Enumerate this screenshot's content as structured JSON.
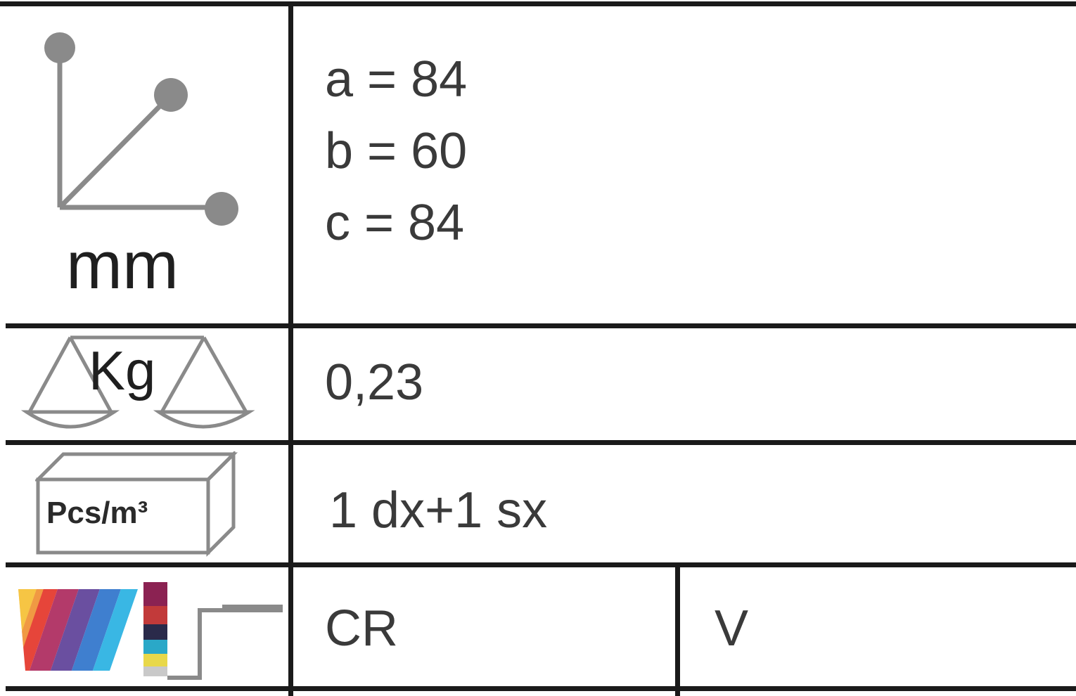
{
  "dimensions": {
    "unit_label": "mm",
    "lines": [
      "a = 84",
      "b = 60",
      "c = 84"
    ]
  },
  "weight": {
    "icon_label": "Kg",
    "value": "0,23"
  },
  "package": {
    "icon_label": "Pcs/m³",
    "value": "1 dx+1 sx"
  },
  "finish": {
    "value_1": "CR",
    "value_2": "V"
  },
  "colors": {
    "line": "#1a1a1a",
    "text": "#3a3a3a",
    "icon_gray": "#8a8a8a"
  }
}
